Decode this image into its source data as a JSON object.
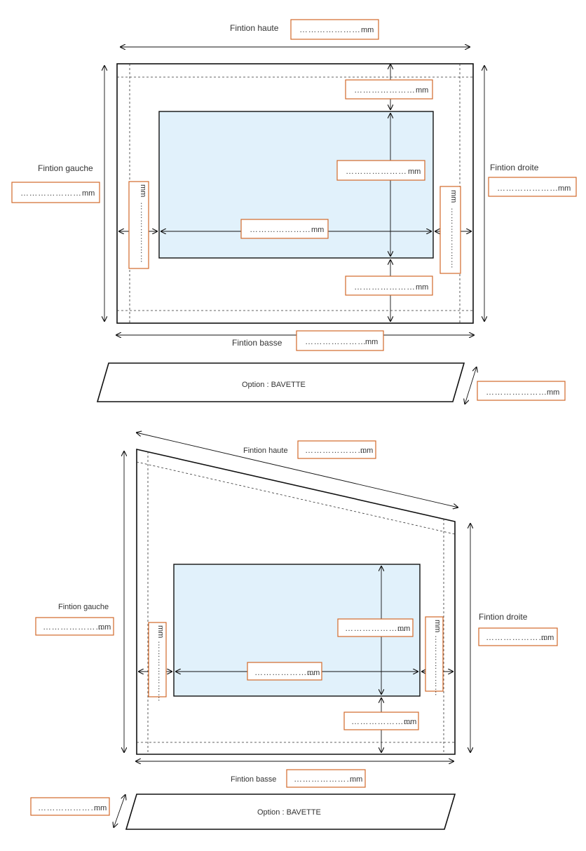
{
  "diagram1": {
    "finition_haute": {
      "label": "Fintion haute",
      "field": {
        "placeholder": "…………………",
        "unit": "mm"
      }
    },
    "finition_gauche": {
      "label": "Fintion gauche",
      "field": {
        "placeholder": "…………………",
        "unit": "mm"
      }
    },
    "finition_droite": {
      "label": "Fintion droite",
      "field": {
        "placeholder": "…………………",
        "unit": "mm"
      }
    },
    "finition_basse": {
      "label": "Fintion basse",
      "field": {
        "placeholder": "…………………",
        "unit": "mm"
      }
    },
    "top_gap_field": {
      "placeholder": "…………………",
      "unit": "mm"
    },
    "glass_height_field": {
      "placeholder": "…………………",
      "unit": "mm"
    },
    "glass_width_field": {
      "placeholder": "…………………",
      "unit": "mm"
    },
    "bottom_gap_field": {
      "placeholder": "…………………",
      "unit": "mm"
    },
    "left_gap_field": {
      "placeholder": "…………………",
      "unit": "mm"
    },
    "right_gap_field": {
      "placeholder": "…………………",
      "unit": "mm"
    },
    "bavette": {
      "label": "Option : BAVETTE",
      "field": {
        "placeholder": "…………………",
        "unit": "mm"
      }
    }
  },
  "diagram2": {
    "finition_haute": {
      "label": "Fintion haute",
      "field": {
        "placeholder": "…………………",
        "unit": "mm"
      }
    },
    "finition_gauche": {
      "label": "Fintion gauche",
      "field": {
        "placeholder": "…………………",
        "unit": "mm"
      }
    },
    "finition_droite": {
      "label": "Fintion droite",
      "field": {
        "placeholder": "…………………",
        "unit": "mm"
      }
    },
    "finition_basse": {
      "label": "Fintion basse",
      "field": {
        "placeholder": "…………………",
        "unit": "mm"
      }
    },
    "glass_height_field": {
      "placeholder": "…………………",
      "unit": "mm"
    },
    "glass_width_field": {
      "placeholder": "…………………",
      "unit": "mm"
    },
    "bottom_gap_field": {
      "placeholder": "…………………",
      "unit": "mm"
    },
    "left_gap_field": {
      "placeholder": "…………………",
      "unit": "mm"
    },
    "right_gap_field": {
      "placeholder": "…………………",
      "unit": "mm"
    },
    "bavette": {
      "label": "Option : BAVETTE",
      "field": {
        "placeholder": "…………………",
        "unit": "mm"
      }
    }
  },
  "colors": {
    "field_border": "#d2692a",
    "glass_fill": "#e1f1fb",
    "line": "#111111"
  }
}
